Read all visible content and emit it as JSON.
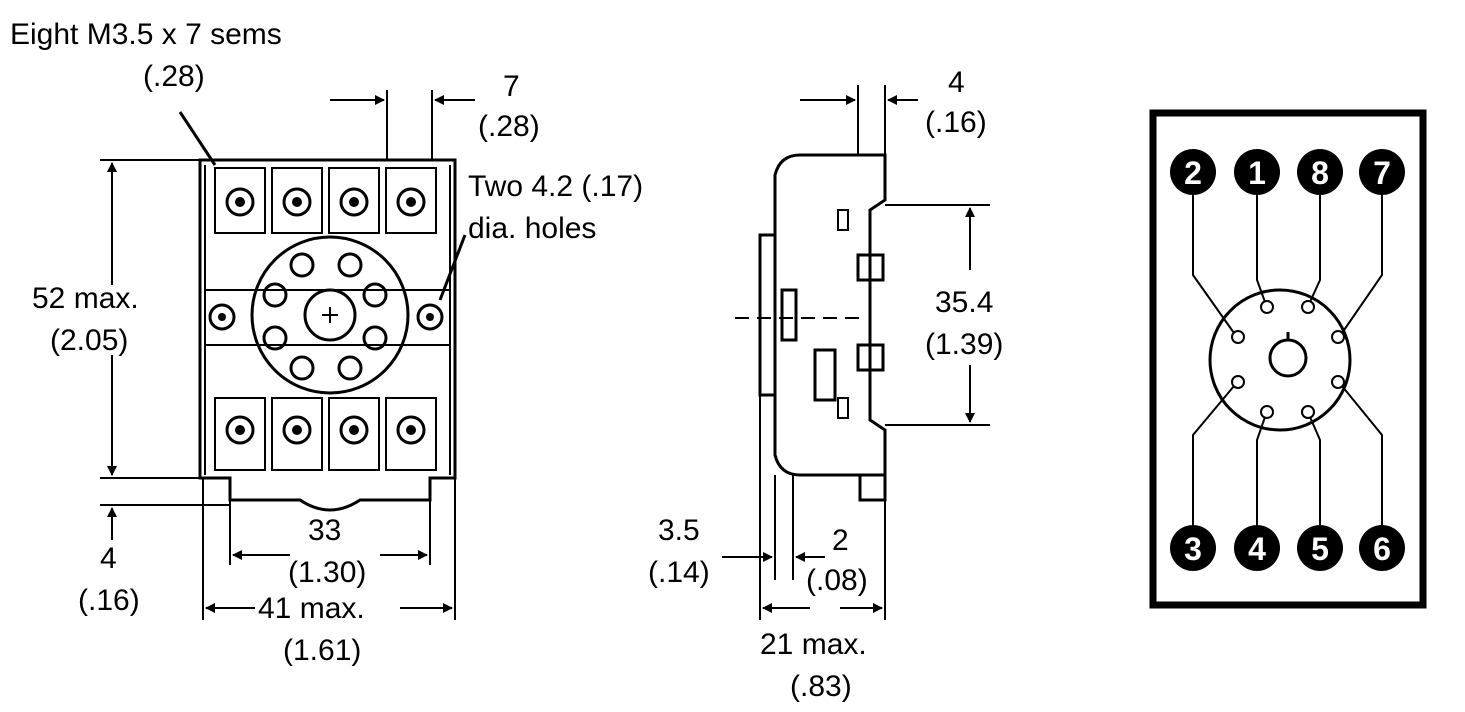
{
  "front_view": {
    "screws_line1": "Eight M3.5 x 7 sems",
    "screws_line2": "(.28)",
    "width_top": "7",
    "width_top_in": "(.28)",
    "holes_line1": "Two 4.2 (.17)",
    "holes_line2": "dia. holes",
    "height": "52 max.",
    "height_in": "(2.05)",
    "offset": "4",
    "offset_in": "(.16)",
    "mount_span": "33",
    "mount_span_in": "(1.30)",
    "width": "41 max.",
    "width_in": "(1.61)"
  },
  "side_view": {
    "top_offset": "4",
    "top_offset_in": "(.16)",
    "rail": "35.4",
    "rail_in": "(1.39)",
    "left_offset": "3.5",
    "left_offset_in": "(.14)",
    "gap": "2",
    "gap_in": "(.08)",
    "depth": "21 max.",
    "depth_in": "(.83)"
  },
  "pinout": {
    "top_pins": [
      "2",
      "1",
      "8",
      "7"
    ],
    "bottom_pins": [
      "3",
      "4",
      "5",
      "6"
    ]
  }
}
